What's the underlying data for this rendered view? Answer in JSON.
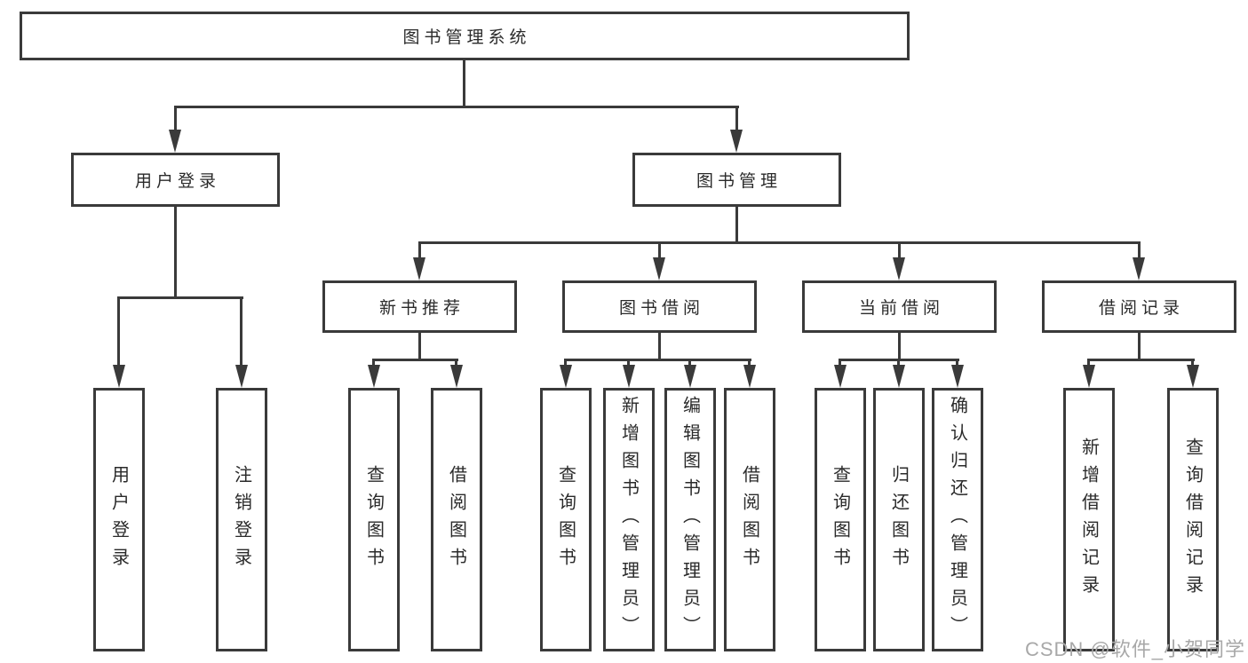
{
  "diagram": {
    "title": "图书管理系统",
    "level2": [
      {
        "id": "user-login",
        "label": "用户登录"
      },
      {
        "id": "book-management",
        "label": "图书管理"
      }
    ],
    "level3": [
      {
        "id": "new-book-recommend",
        "parent": "book-management",
        "label": "新书推荐"
      },
      {
        "id": "book-borrowing",
        "parent": "book-management",
        "label": "图书借阅"
      },
      {
        "id": "current-borrowing",
        "parent": "book-management",
        "label": "当前借阅"
      },
      {
        "id": "borrowing-records",
        "parent": "book-management",
        "label": "借阅记录"
      }
    ],
    "leaves": [
      {
        "parent": "user-login",
        "label": "用户登录"
      },
      {
        "parent": "user-login",
        "label": "注销登录"
      },
      {
        "parent": "new-book-recommend",
        "label": "查询图书"
      },
      {
        "parent": "new-book-recommend",
        "label": "借阅图书"
      },
      {
        "parent": "book-borrowing",
        "label": "查询图书"
      },
      {
        "parent": "book-borrowing",
        "label": "新增图书（管理员）"
      },
      {
        "parent": "book-borrowing",
        "label": "编辑图书（管理员）"
      },
      {
        "parent": "book-borrowing",
        "label": "借阅图书"
      },
      {
        "parent": "current-borrowing",
        "label": "查询图书"
      },
      {
        "parent": "current-borrowing",
        "label": "归还图书"
      },
      {
        "parent": "current-borrowing",
        "label": "确认归还（管理员）"
      },
      {
        "parent": "borrowing-records",
        "label": "新增借阅记录"
      },
      {
        "parent": "borrowing-records",
        "label": "查询借阅记录"
      }
    ],
    "watermark": "CSDN @软件_小贺同学",
    "colors": {
      "line": "#3a3a3a",
      "text": "#2a2a2a",
      "watermark": "#a8a8a8",
      "background": "#ffffff"
    }
  }
}
